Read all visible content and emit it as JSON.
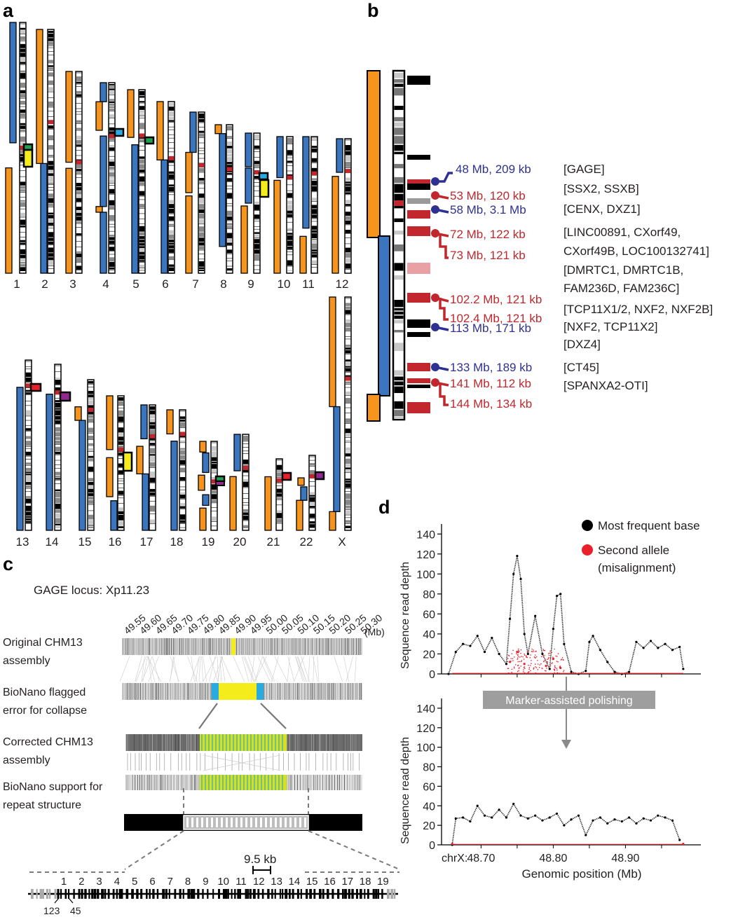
{
  "panel_labels": {
    "a": "a",
    "b": "b",
    "c": "c",
    "d": "d"
  },
  "colors": {
    "orange": "#f7941d",
    "blue": "#3b75bd",
    "red": "#c1272d",
    "navy": "#2e3192",
    "yellow": "#f4ed1b",
    "lime": "#d6e01b",
    "cyan": "#29abe2",
    "green": "#1fa150",
    "purple": "#92278f",
    "grey": "#9a9a9a"
  },
  "panel_a": {
    "chromosomes_top": [
      "1",
      "2",
      "3",
      "4",
      "5",
      "6",
      "7",
      "8",
      "9",
      "10",
      "11",
      "12"
    ],
    "chromosomes_bottom": [
      "13",
      "14",
      "15",
      "16",
      "17",
      "18",
      "19",
      "20",
      "21",
      "22",
      "X"
    ]
  },
  "panel_b": {
    "loci": [
      {
        "pos": "48 Mb, 209 kb",
        "genes": "[GAGE]",
        "color": "navy"
      },
      {
        "pos": "53 Mb, 120 kb",
        "genes": "[SSX2, SSXB]",
        "color": "red"
      },
      {
        "pos": "58 Mb, 3.1 Mb",
        "genes": "[CENX, DXZ1]",
        "color": "navy"
      },
      {
        "pos": "72 Mb, 122 kb",
        "genes": "[LINC00891, CXorf49,",
        "color": "red"
      },
      {
        "pos": "73 Mb, 121 kb",
        "genes": "CXorf49B, LOC100132741]",
        "color": "red"
      },
      {
        "pos": "",
        "genes": "[DMRTC1, DMRTC1B,",
        "color": "red"
      },
      {
        "pos": "",
        "genes": "FAM236D, FAM236C]",
        "color": "red"
      },
      {
        "pos": "102.2 Mb, 121 kb",
        "genes": "[TCP11X1/2, NXF2, NXF2B]",
        "color": "red"
      },
      {
        "pos": "102.4 Mb, 121 kb",
        "genes": "[NXF2, TCP11X2]",
        "color": "red"
      },
      {
        "pos": "113 Mb, 171 kb",
        "genes": "[DXZ4]",
        "color": "navy"
      },
      {
        "pos": "133 Mb, 189 kb",
        "genes": "[CT45]",
        "color": "navy"
      },
      {
        "pos": "141 Mb, 112 kb",
        "genes": "[SPANXA2-OTI]",
        "color": "red"
      },
      {
        "pos": "144 Mb, 134 kb",
        "genes": "",
        "color": "red"
      }
    ]
  },
  "panel_c": {
    "title": "GAGE locus: Xp11.23",
    "ticks": [
      "49.55",
      "49.60",
      "49.65",
      "49.70",
      "49.75",
      "49.80",
      "49.85",
      "49.90",
      "49.95",
      "50.00",
      "50.05",
      "50.10",
      "50.15",
      "50.20",
      "50.25",
      "50.30"
    ],
    "unit": "(Mb)",
    "rows": [
      {
        "label1": "Original CHM13",
        "label2": "assembly"
      },
      {
        "label1": "BioNano flagged",
        "label2": "error for collapse"
      },
      {
        "label1": "Corrected CHM13",
        "label2": "assembly"
      },
      {
        "label1": "BioNano support for",
        "label2": "repeat structure"
      }
    ],
    "scale_label": "9.5 kb",
    "repeat_numbers": [
      "1",
      "2",
      "3",
      "4",
      "5",
      "6",
      "7",
      "8",
      "9",
      "10",
      "11",
      "12",
      "13",
      "14",
      "15",
      "16",
      "17",
      "18",
      "19"
    ],
    "sub_numbers": [
      "123",
      "45"
    ]
  },
  "panel_d": {
    "ylabel": "Sequence read depth",
    "xlabel": "Genomic position (Mb)",
    "x_prefix": "chrX:",
    "legend": [
      {
        "label": "Most frequent base",
        "color": "#000000"
      },
      {
        "label": "Second allele",
        "color": "#e8202a"
      },
      {
        "label": "(misalignment)",
        "color": ""
      }
    ],
    "arrow_label": "Marker-assisted polishing",
    "chart_data": [
      {
        "type": "scatter",
        "xlabel": "",
        "ylabel": "Sequence read depth",
        "xlim": [
          48.655,
          48.985
        ],
        "ylim": [
          0,
          150
        ],
        "yticks": [
          0,
          20,
          40,
          60,
          80,
          100,
          120,
          140
        ],
        "series": [
          {
            "name": "Most frequent base",
            "x": [
              48.655,
              48.665,
              48.675,
              48.685,
              48.695,
              48.705,
              48.715,
              48.725,
              48.735,
              48.74,
              48.745,
              48.75,
              48.755,
              48.76,
              48.765,
              48.775,
              48.785,
              48.795,
              48.8,
              48.805,
              48.81,
              48.815,
              48.825,
              48.835,
              48.845,
              48.85,
              48.855,
              48.865,
              48.875,
              48.885,
              48.895,
              48.905,
              48.915,
              48.925,
              48.935,
              48.945,
              48.955,
              48.965,
              48.975,
              48.98
            ],
            "values": [
              0,
              22,
              30,
              28,
              38,
              22,
              36,
              20,
              10,
              55,
              100,
              118,
              95,
              40,
              20,
              58,
              20,
              5,
              45,
              78,
              80,
              30,
              2,
              0,
              3,
              32,
              38,
              24,
              12,
              2,
              0,
              2,
              32,
              26,
              33,
              26,
              30,
              24,
              27,
              5
            ]
          },
          {
            "name": "Second allele",
            "x": [
              48.74,
              48.75,
              48.76,
              48.79,
              48.8,
              48.81
            ],
            "values": [
              12,
              22,
              10,
              8,
              15,
              6
            ]
          }
        ]
      },
      {
        "type": "scatter",
        "xlabel": "Genomic position (Mb)",
        "ylabel": "Sequence read depth",
        "xlim": [
          48.655,
          48.985
        ],
        "ylim": [
          0,
          150
        ],
        "yticks": [
          0,
          20,
          40,
          60,
          80,
          100,
          120,
          140
        ],
        "xticks": [
          "48.70",
          "48.80",
          "48.90"
        ],
        "series": [
          {
            "name": "Most frequent base",
            "x": [
              48.66,
              48.665,
              48.675,
              48.685,
              48.695,
              48.705,
              48.715,
              48.725,
              48.735,
              48.745,
              48.755,
              48.765,
              48.775,
              48.785,
              48.795,
              48.805,
              48.815,
              48.825,
              48.835,
              48.845,
              48.855,
              48.865,
              48.875,
              48.885,
              48.895,
              48.905,
              48.915,
              48.925,
              48.935,
              48.945,
              48.955,
              48.965,
              48.975
            ],
            "values": [
              0,
              27,
              28,
              24,
              40,
              30,
              28,
              36,
              28,
              42,
              30,
              27,
              30,
              25,
              28,
              32,
              20,
              26,
              30,
              10,
              25,
              28,
              22,
              26,
              24,
              28,
              22,
              27,
              25,
              30,
              28,
              25,
              5
            ]
          },
          {
            "name": "Second allele",
            "x": [
              48.66,
              48.98
            ],
            "values": [
              1,
              1
            ]
          }
        ]
      }
    ]
  }
}
